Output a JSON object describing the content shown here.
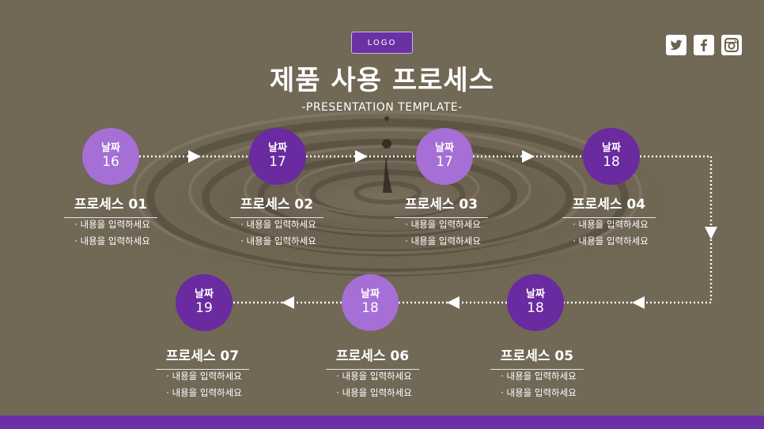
{
  "header": {
    "logo": "LOGO",
    "title": "제품 사용 프로세스",
    "subtitle": "-PRESENTATION TEMPLATE-"
  },
  "social": [
    "twitter-icon",
    "facebook-icon",
    "instagram-icon"
  ],
  "colors": {
    "purple_light": "#a56fd6",
    "purple_dark": "#6a2aa0",
    "bar": "#6d2fa6"
  },
  "steps": [
    {
      "date_label": "날짜",
      "date": "16",
      "title": "프로세스 01",
      "lines": [
        "· 내용을 입력하세요",
        "· 내용을 입력하세요"
      ]
    },
    {
      "date_label": "날짜",
      "date": "17",
      "title": "프로세스 02",
      "lines": [
        "· 내용을 입력하세요",
        "· 내용을 입력하세요"
      ]
    },
    {
      "date_label": "날짜",
      "date": "17",
      "title": "프로세스 03",
      "lines": [
        "· 내용을 입력하세요",
        "· 내용을 입력하세요"
      ]
    },
    {
      "date_label": "날짜",
      "date": "18",
      "title": "프로세스 04",
      "lines": [
        "· 내용을 입력하세요",
        "· 내용을 입력하세요"
      ]
    },
    {
      "date_label": "날짜",
      "date": "18",
      "title": "프로세스 05",
      "lines": [
        "· 내용을 입력하세요",
        "· 내용을 입력하세요"
      ]
    },
    {
      "date_label": "날짜",
      "date": "18",
      "title": "프로세스 06",
      "lines": [
        "· 내용을 입력하세요",
        "· 내용을 입력하세요"
      ]
    },
    {
      "date_label": "날짜",
      "date": "19",
      "title": "프로세스 07",
      "lines": [
        "· 내용을 입력하세요",
        "· 내용을 입력하세요"
      ]
    }
  ]
}
